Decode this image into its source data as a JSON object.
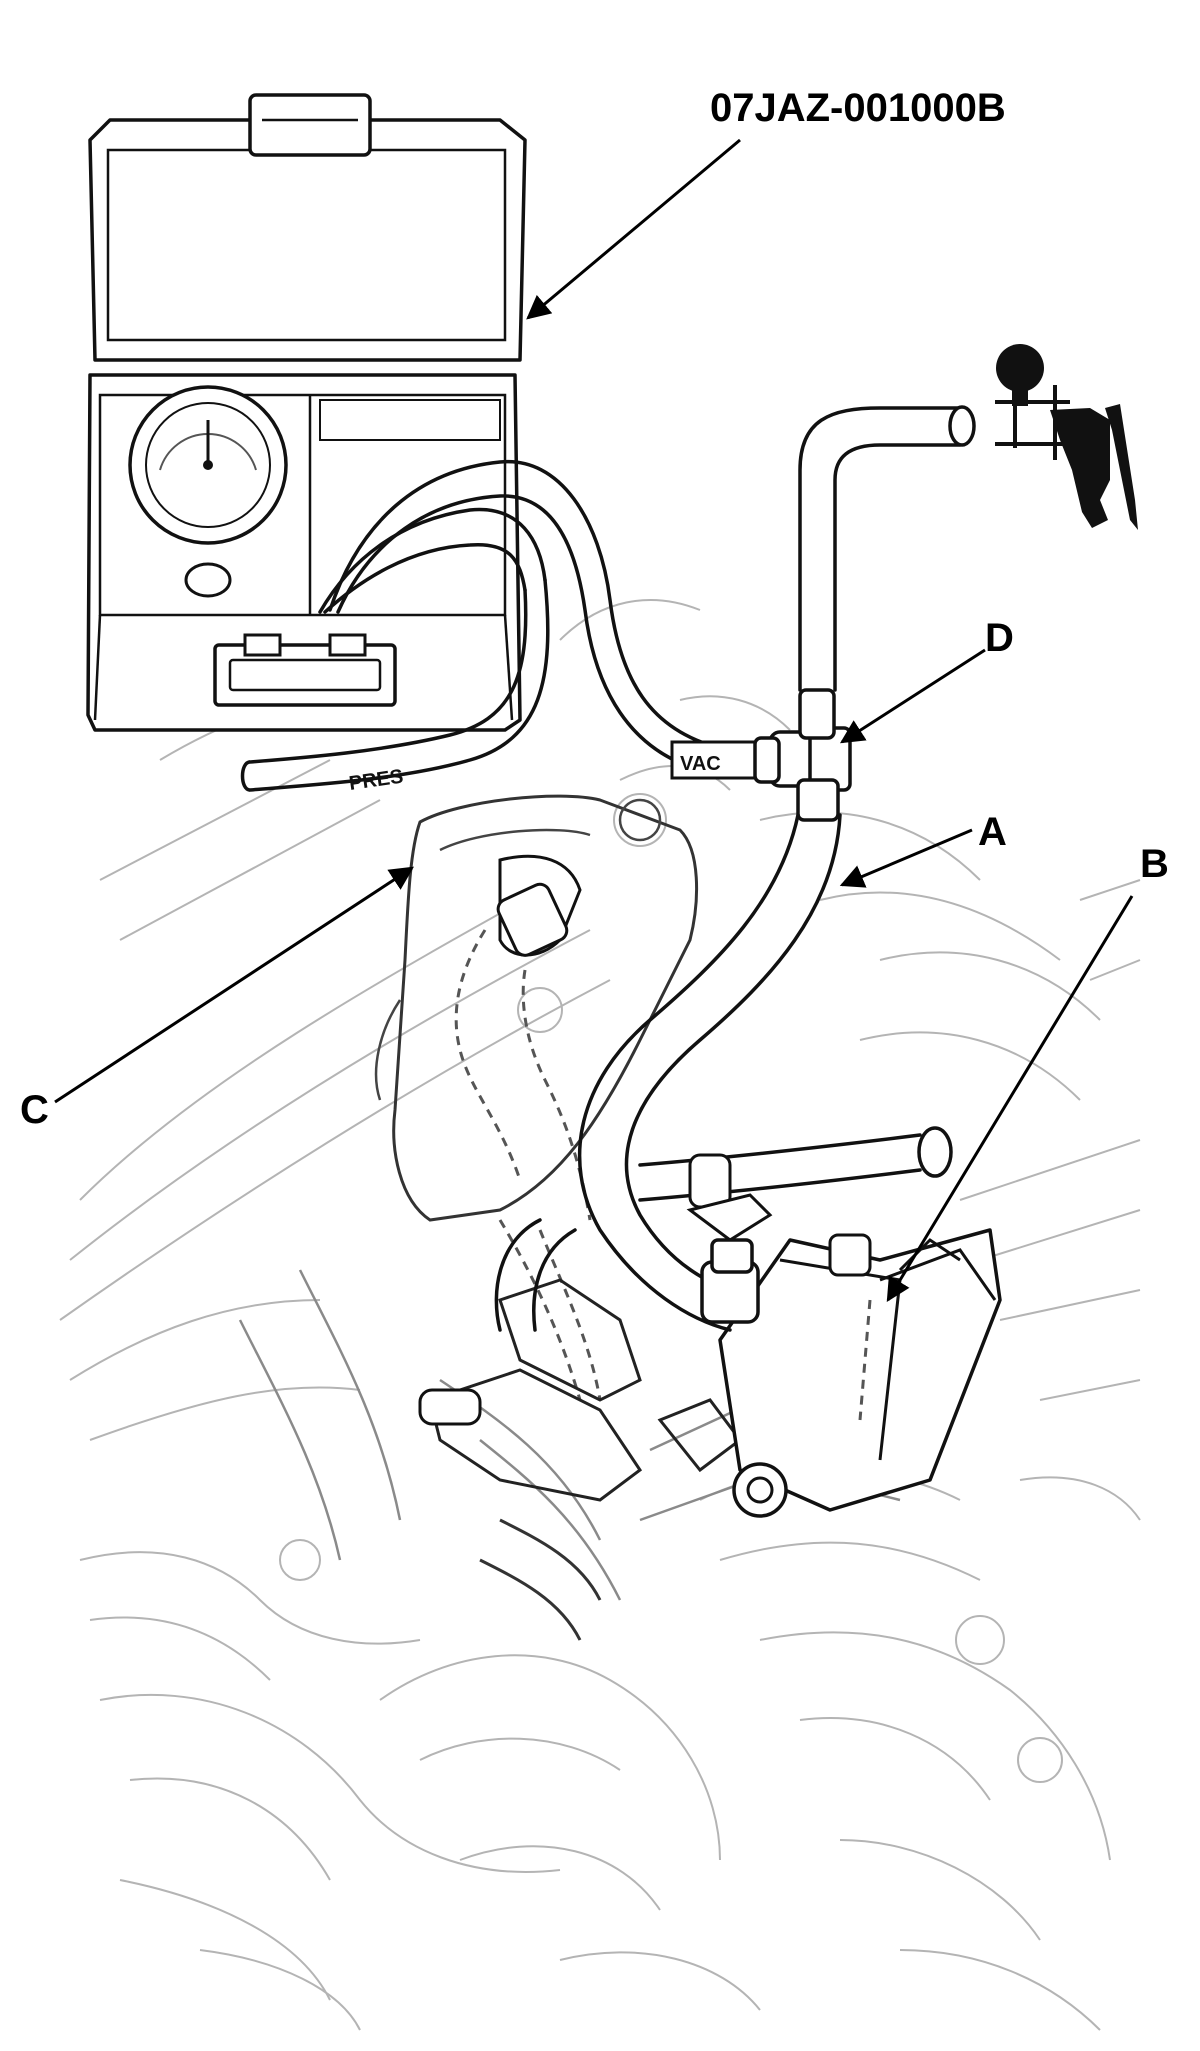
{
  "diagram": {
    "tool_number": "07JAZ-001000B",
    "callouts": [
      {
        "id": "A",
        "label": "A"
      },
      {
        "id": "B",
        "label": "B"
      },
      {
        "id": "C",
        "label": "C"
      },
      {
        "id": "D",
        "label": "D"
      }
    ],
    "hose_labels": {
      "vacuum": "VAC",
      "pressure": "PRES"
    }
  }
}
